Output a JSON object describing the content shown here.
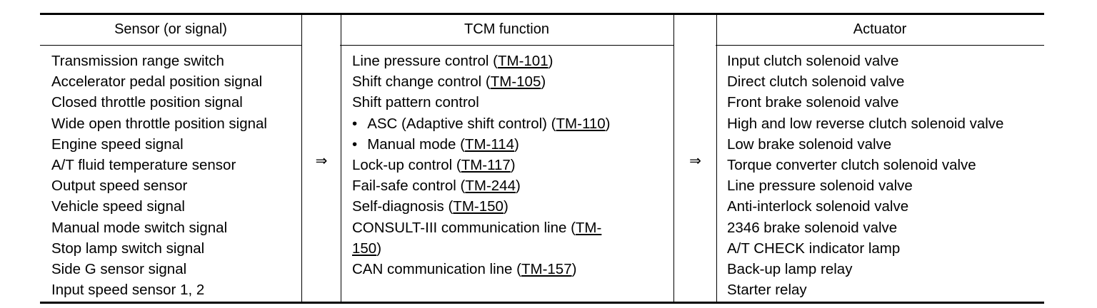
{
  "headers": {
    "sensor": "Sensor (or signal)",
    "tcm": "TCM function",
    "actuator": "Actuator"
  },
  "arrow": "⇒",
  "sensors": [
    "Transmission range switch",
    "Accelerator pedal position signal",
    "Closed throttle position signal",
    "Wide open throttle position signal",
    "Engine speed signal",
    "A/T fluid temperature sensor",
    "Output speed sensor",
    "Vehicle speed signal",
    "Manual mode switch signal",
    "Stop lamp switch signal",
    "Side G sensor signal",
    "Input speed sensor 1, 2"
  ],
  "tcm": {
    "line_pressure": {
      "text": "Line pressure control (",
      "ref": "TM-101",
      "end": ")"
    },
    "shift_change": {
      "text": "Shift change control (",
      "ref": "TM-105",
      "end": ")"
    },
    "shift_pattern": "Shift pattern control",
    "asc": {
      "bullet": "•",
      "text": "ASC (Adaptive shift control) (",
      "ref": "TM-110",
      "end": ")"
    },
    "manual_mode": {
      "bullet": "•",
      "text": "Manual mode (",
      "ref": "TM-114",
      "end": ")"
    },
    "lockup": {
      "text": "Lock-up control (",
      "ref": "TM-117",
      "end": ")"
    },
    "failsafe": {
      "text": "Fail-safe control (",
      "ref": "TM-244",
      "end": ")"
    },
    "selfdiag": {
      "text": "Self-diagnosis (",
      "ref": "TM-150",
      "end": ")"
    },
    "consult": {
      "text": "CONSULT-III communication line (",
      "ref_part1": "TM-",
      "ref_part2": "150",
      "end": ")"
    },
    "can": {
      "text": "CAN communication line (",
      "ref": "TM-157",
      "end": ")"
    }
  },
  "actuators": [
    "Input clutch solenoid valve",
    "Direct clutch solenoid valve",
    "Front brake solenoid valve",
    "High and low reverse clutch solenoid valve",
    "Low brake solenoid valve",
    "Torque converter clutch solenoid valve",
    "Line pressure solenoid valve",
    "Anti-interlock solenoid valve",
    "2346 brake solenoid valve",
    "A/T CHECK indicator lamp",
    "Back-up lamp relay",
    "Starter relay"
  ]
}
